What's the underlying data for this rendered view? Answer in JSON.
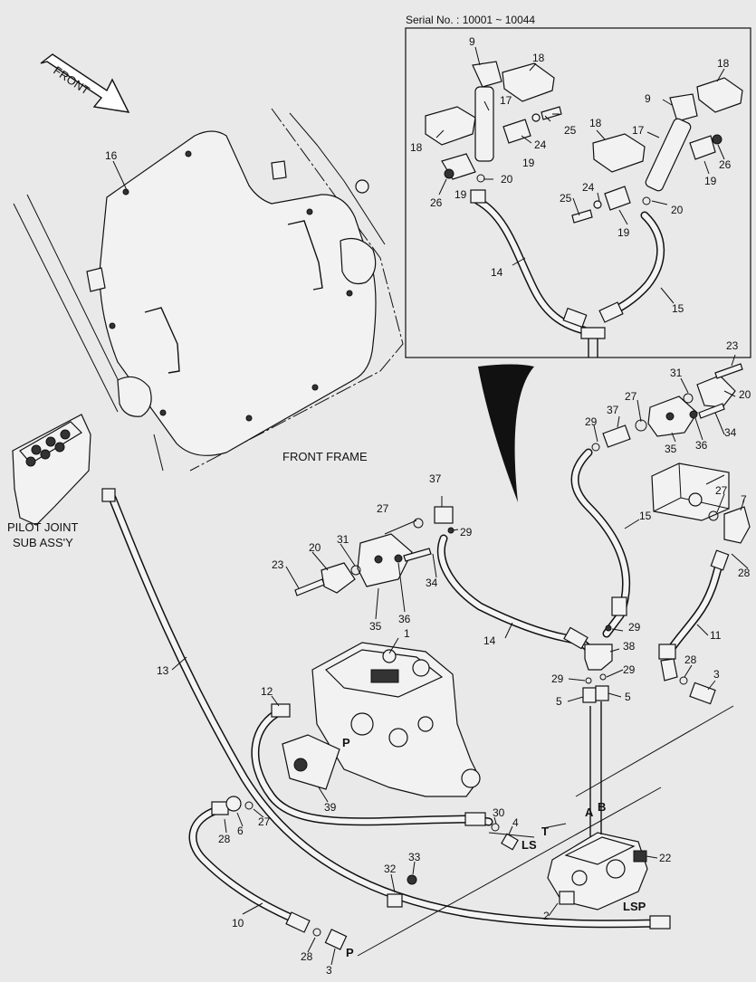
{
  "serial_label": "Serial No. : 10001 ~ 10044",
  "front_label": "FRONT",
  "front_frame_label": "FRONT FRAME",
  "pilot_joint_line1": "PILOT JOINT",
  "pilot_joint_line2": "SUB ASS'Y",
  "port_labels": {
    "A": "A",
    "B": "B",
    "T": "T",
    "LS": "LS",
    "LSP": "LSP",
    "P_valve": "P",
    "P_bottom": "P"
  },
  "callouts": {
    "c_1": "1",
    "c_2": "2",
    "c_3a": "3",
    "c_3b": "3",
    "c_4": "4",
    "c_5a": "5",
    "c_5b": "5",
    "c_6": "6",
    "c_7": "7",
    "c_9a": "9",
    "c_9b": "9",
    "c_10": "10",
    "c_11": "11",
    "c_12": "12",
    "c_13": "13",
    "c_14a": "14",
    "c_14b": "14",
    "c_15a": "15",
    "c_15b": "15",
    "c_16": "16",
    "c_17a": "17",
    "c_17b": "17",
    "c_18a": "18",
    "c_18b": "18",
    "c_18c": "18",
    "c_18d": "18",
    "c_19a": "19",
    "c_19b": "19",
    "c_19c": "19",
    "c_19d": "19",
    "c_20a": "20",
    "c_20b": "20",
    "c_20c": "20",
    "c_20d": "20",
    "c_22": "22",
    "c_23a": "23",
    "c_23b": "23",
    "c_24a": "24",
    "c_24b": "24",
    "c_25a": "25",
    "c_25b": "25",
    "c_26a": "26",
    "c_26b": "26",
    "c_27a": "27",
    "c_27b": "27",
    "c_27c": "27",
    "c_27d": "27",
    "c_28a": "28",
    "c_28b": "28",
    "c_28c": "28",
    "c_28d": "28",
    "c_29a": "29",
    "c_29b": "29",
    "c_29c": "29",
    "c_29d": "29",
    "c_29e": "29",
    "c_30": "30",
    "c_31a": "31",
    "c_31b": "31",
    "c_32": "32",
    "c_33": "33",
    "c_34a": "34",
    "c_34b": "34",
    "c_35a": "35",
    "c_35b": "35",
    "c_36a": "36",
    "c_36b": "36",
    "c_37a": "37",
    "c_37b": "37",
    "c_38": "38",
    "c_39": "39"
  }
}
